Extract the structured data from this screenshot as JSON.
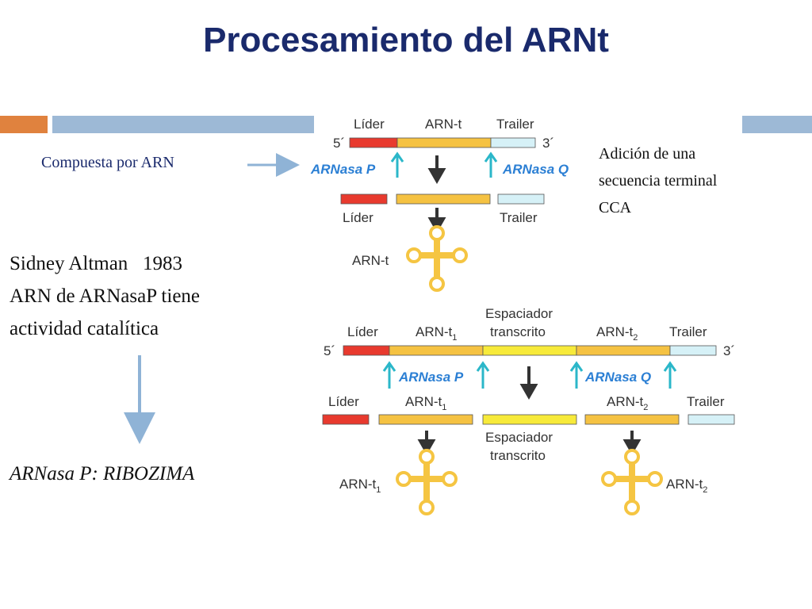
{
  "title": "Procesamiento del  ARNt",
  "left_text": {
    "compuesta": "Compuesta por ARN",
    "altman": [
      "Sidney Altman   1983",
      "ARN de ARNasaP tiene",
      "actividad catalítica"
    ],
    "ribozima": "ARNasa P: RIBOZIMA"
  },
  "right_text": {
    "adicion": [
      "Adición de una",
      "secuencia terminal",
      "CCA"
    ]
  },
  "diagram_top": {
    "lider": "Líder",
    "arnt": "ARN-t",
    "trailer": "Trailer",
    "five": "5´",
    "three": "3´",
    "rnasa_p": "ARNasa P",
    "rnasa_q": "ARNasa Q",
    "lider2": "Líder",
    "trailer2": "Trailer",
    "arnt_final": "ARN-t"
  },
  "diagram_bottom": {
    "lider": "Líder",
    "arnt1": "ARN-t",
    "sub1": "1",
    "espaciador1": "Espaciador",
    "transcrito1": "transcrito",
    "arnt2": "ARN-t",
    "sub2": "2",
    "trailer": "Trailer",
    "five": "5´",
    "three": "3´",
    "rnasa_p": "ARNasa P",
    "rnasa_q": "ARNasa Q",
    "lider2": "Líder",
    "arnt1b": "ARN-t",
    "sub1b": "1",
    "arnt2b": "ARN-t",
    "sub2b": "2",
    "trailer2": "Trailer",
    "espaciador2": "Espaciador",
    "transcrito2": "transcrito",
    "arnt1_final": "ARN-t",
    "sub1_final": "1",
    "arnt2_final": "ARN-t",
    "sub2_final": "2"
  },
  "colors": {
    "title": "#1a2a6c",
    "lider": "#e83a2e",
    "arnt": "#f5c242",
    "spacer": "#f7ea3a",
    "trailer": "#d6f1f7",
    "cyan_arrow": "#2bb7c9",
    "enzyme_text": "#2b7fd4",
    "clover": "#f5c542"
  }
}
